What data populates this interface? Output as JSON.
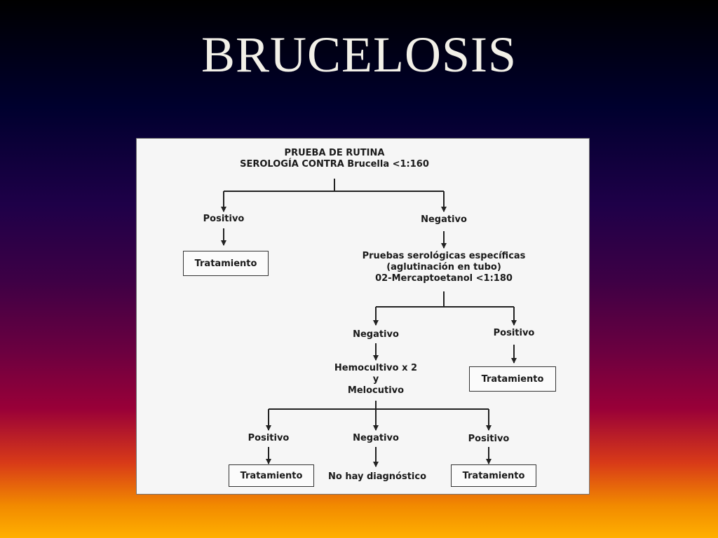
{
  "slide": {
    "title": "BRUCELOSIS"
  },
  "diagram": {
    "routine_test": {
      "line1": "PRUEBA DE RUTINA",
      "line2": "SEROLOGÍA CONTRA Brucella <1:160"
    },
    "first_split": {
      "positive": "Positivo",
      "negative": "Negativo"
    },
    "treatment_1": "Tratamiento",
    "specific_tests": {
      "line1": "Pruebas serológicas específicas",
      "line2": "(aglutinación en tubo)",
      "line3": "02-Mercaptoetanol <1:180"
    },
    "second_split": {
      "negative": "Negativo",
      "positive": "Positivo"
    },
    "treatment_2": "Tratamiento",
    "cultures": {
      "line1": "Hemocultivo x 2",
      "line2": "y",
      "line3": "Melocutivo"
    },
    "third_split": {
      "positive_left": "Positivo",
      "negative": "Negativo",
      "positive_right": "Positivo"
    },
    "treatment_3": "Tratamiento",
    "no_diagnosis": "No hay diagnóstico",
    "treatment_4": "Tratamiento"
  }
}
